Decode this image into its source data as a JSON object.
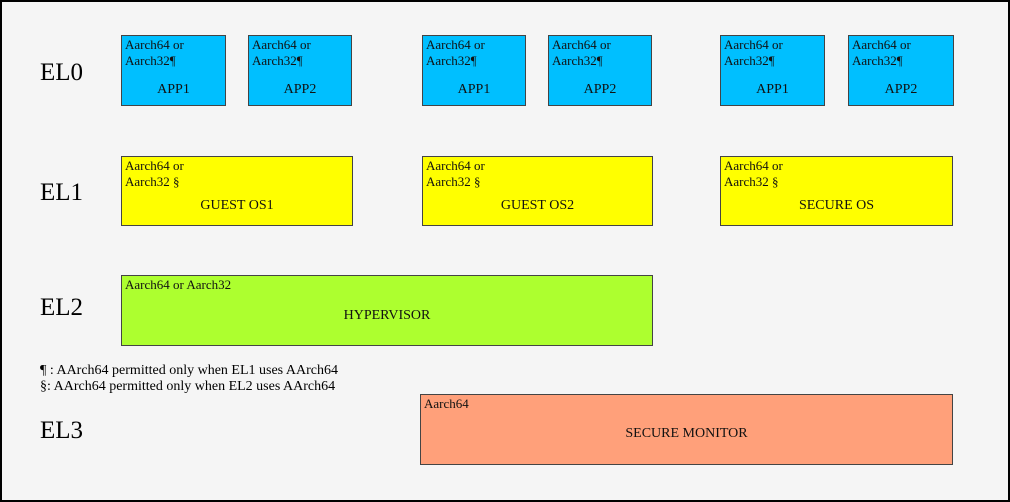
{
  "colors": {
    "background": "#f5f5f5",
    "canvas_border": "#000000",
    "box_border": "#444444",
    "app_fill": "#00bfff",
    "os_fill": "#ffff00",
    "hypervisor_fill": "#adff2f",
    "monitor_fill": "#ffa07a",
    "text": "#111111"
  },
  "levels": [
    {
      "label": "EL0"
    },
    {
      "label": "EL1"
    },
    {
      "label": "EL2"
    },
    {
      "label": "EL3"
    }
  ],
  "el0_boxes": [
    {
      "arch_line1": "Aarch64 or",
      "arch_line2": "Aarch32¶",
      "label": "APP1"
    },
    {
      "arch_line1": "Aarch64 or",
      "arch_line2": "Aarch32¶",
      "label": "APP2"
    },
    {
      "arch_line1": "Aarch64 or",
      "arch_line2": "Aarch32¶",
      "label": "APP1"
    },
    {
      "arch_line1": "Aarch64 or",
      "arch_line2": "Aarch32¶",
      "label": "APP2"
    },
    {
      "arch_line1": "Aarch64 or",
      "arch_line2": "Aarch32¶",
      "label": "APP1"
    },
    {
      "arch_line1": "Aarch64 or",
      "arch_line2": "Aarch32¶",
      "label": "APP2"
    }
  ],
  "el1_boxes": [
    {
      "arch_line1": "Aarch64 or",
      "arch_line2": "Aarch32 §",
      "label": "GUEST OS1"
    },
    {
      "arch_line1": "Aarch64 or",
      "arch_line2": "Aarch32 §",
      "label": "GUEST OS2"
    },
    {
      "arch_line1": "Aarch64 or",
      "arch_line2": "Aarch32 §",
      "label": "SECURE OS"
    }
  ],
  "el2_box": {
    "arch": "Aarch64 or Aarch32",
    "label": "HYPERVISOR"
  },
  "el3_box": {
    "arch": "Aarch64",
    "label": "SECURE MONITOR"
  },
  "legend": {
    "line1": "¶ : AArch64 permitted only when EL1 uses AArch64",
    "line2": "§: AArch64 permitted only when EL2 uses AArch64"
  }
}
